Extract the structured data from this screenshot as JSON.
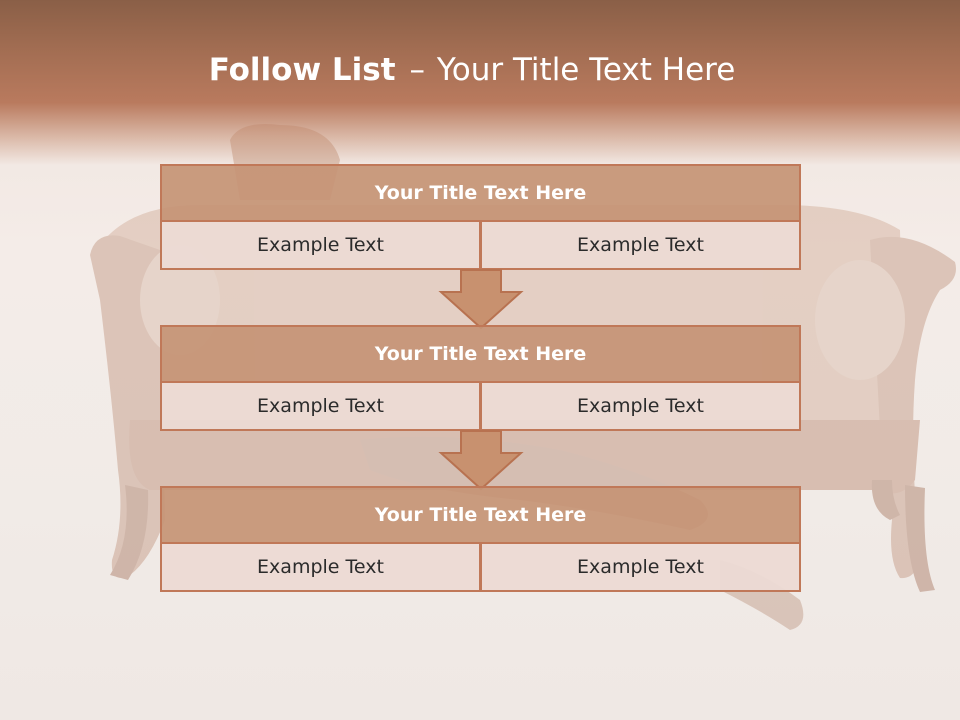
{
  "title": {
    "bold": "Follow List",
    "dash": "–",
    "rest": "Your Title Text Here"
  },
  "blocks": [
    {
      "header": "Your Title Text Here",
      "left": "Example Text",
      "right": "Example Text"
    },
    {
      "header": "Your Title Text Here",
      "left": "Example Text",
      "right": "Example Text"
    },
    {
      "header": "Your Title Text Here",
      "left": "Example Text",
      "right": "Example Text"
    }
  ],
  "colors": {
    "accent": "#c07858",
    "header_fill": "#c69475",
    "cell_fill": "#ecdad4",
    "title_band": "#b97a5e"
  }
}
